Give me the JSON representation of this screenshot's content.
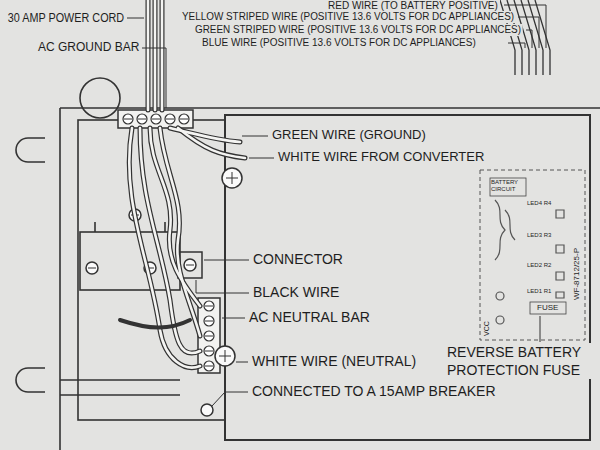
{
  "diagram": {
    "labels": [
      "RED WIRE (TO BATTERY POSITIVE)",
      "30 AMP POWER CORD",
      "YELLOW STRIPED WIRE (POSITIVE 13.6 VOLTS FOR DC APPLIANCES)",
      "GREEN STRIPED WIRE (POSITIVE 13.6 VOLTS FOR DC APPLIANCES)",
      "BLUE WIRE (POSITIVE 13.6 VOLTS FOR DC APPLIANCES)",
      "AC GROUND BAR",
      "GREEN WIRE (GROUND)",
      "WHITE WIRE FROM CONVERTER",
      "CONNECTOR",
      "BLACK WIRE",
      "AC NEUTRAL BAR",
      "WHITE WIRE (NEUTRAL)",
      "REVERSE BATTERY PROTECTION FUSE",
      "CONNECTED TO A 15AMP BREAKER",
      "BATTERY CIRCUIT",
      "LED4 R4",
      "LED3 R3",
      "LED2 R2",
      "LED1 R1",
      "FUSE",
      "VCC",
      "WF-8712/25-P"
    ]
  }
}
